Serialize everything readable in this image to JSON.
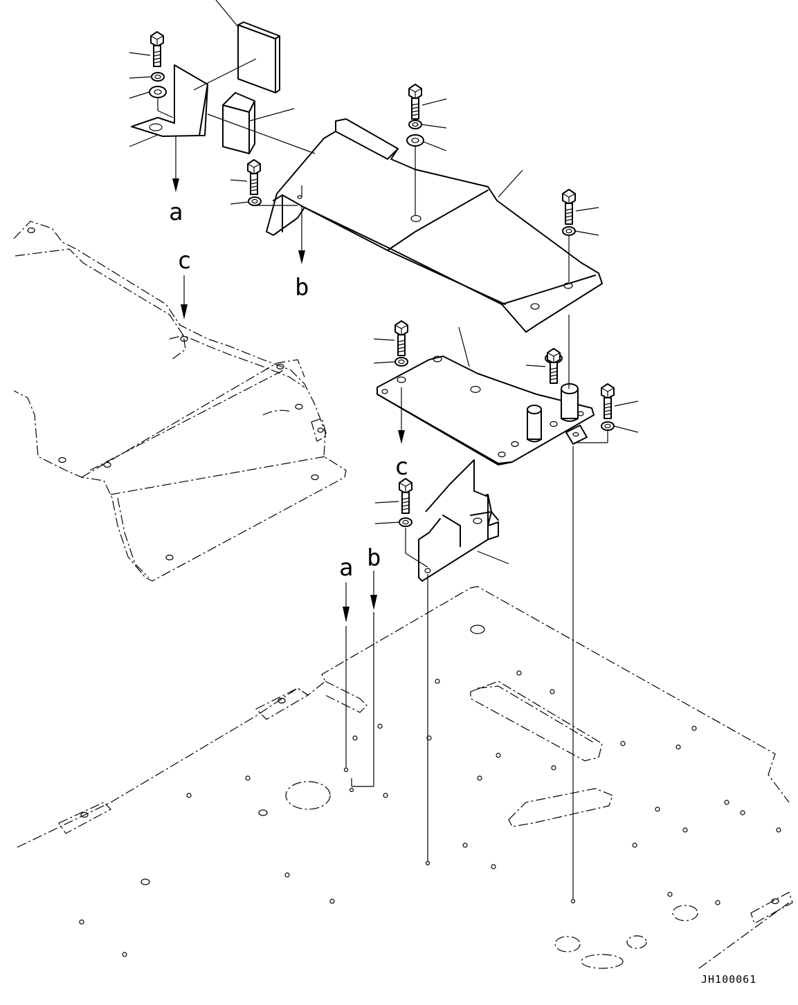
{
  "labels": {
    "a": "a",
    "b": "b",
    "c": "c"
  },
  "drawing_code": "JH100061"
}
